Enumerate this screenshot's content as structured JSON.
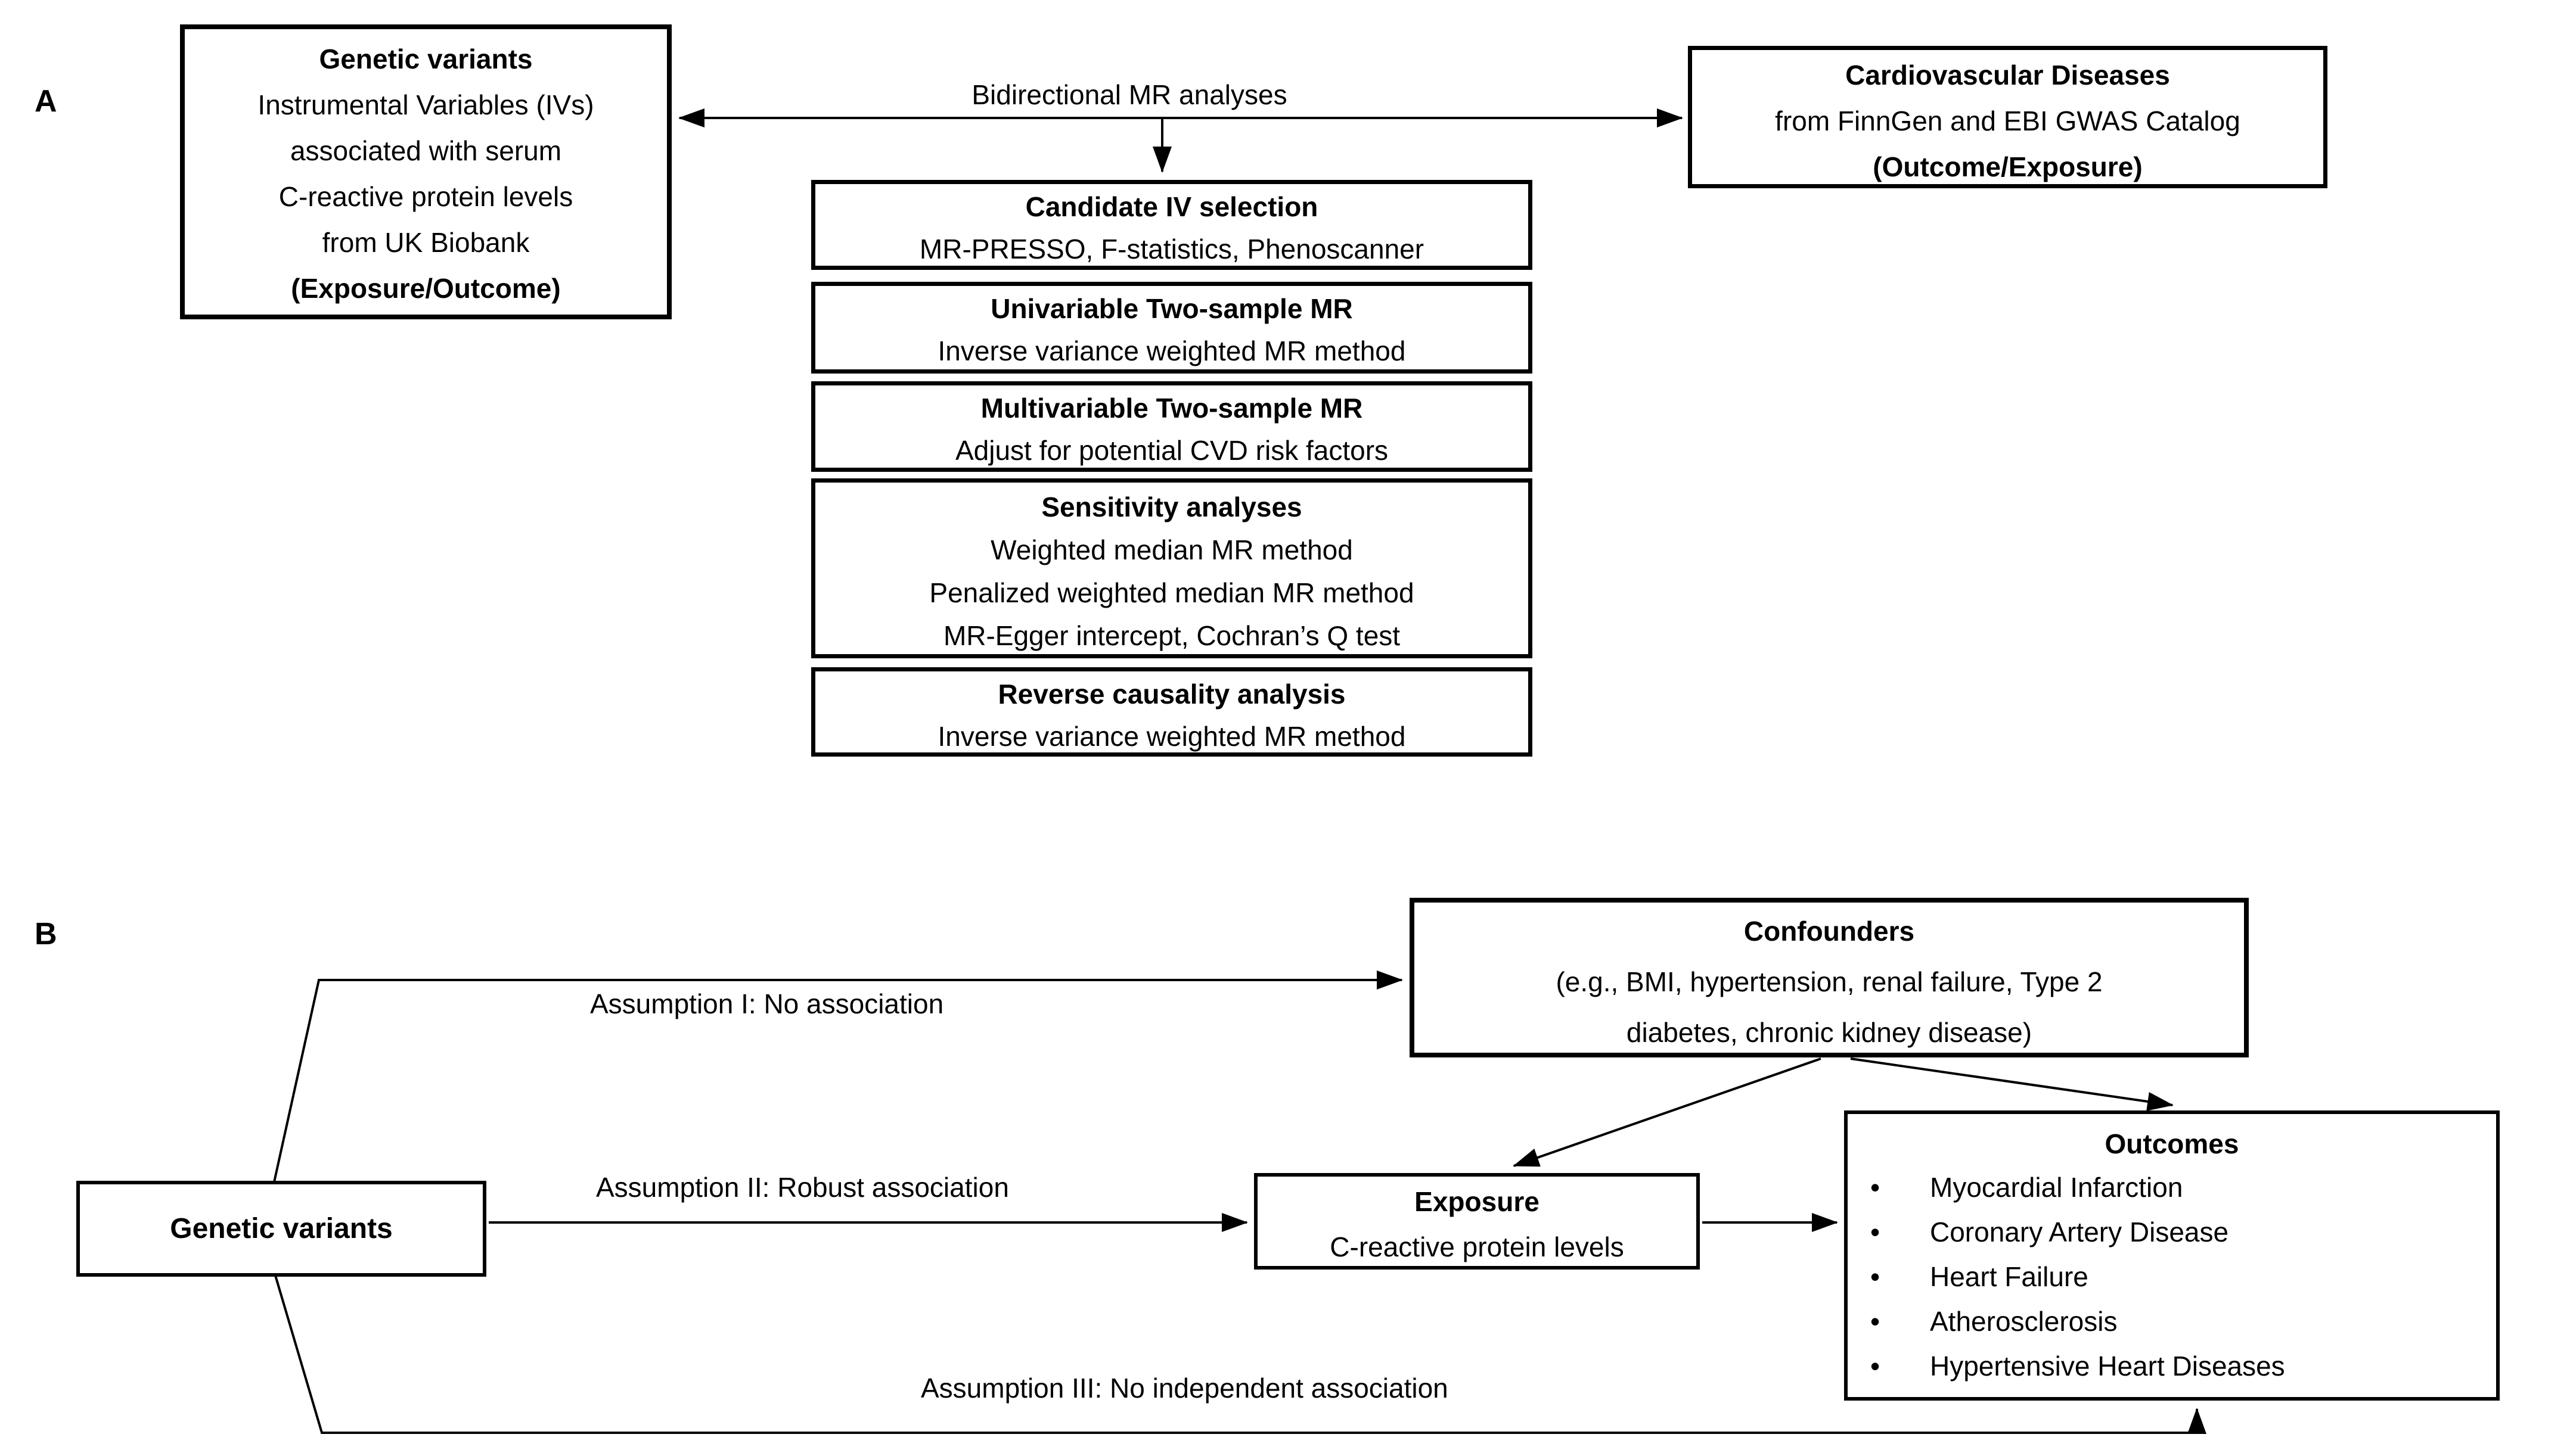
{
  "figure": {
    "background": "#ffffff",
    "ink": "#000000"
  },
  "panel_a": {
    "label": "A",
    "genetic_variants_box": {
      "title": "Genetic variants",
      "lines": [
        "Instrumental Variables (IVs)",
        "associated with serum",
        "C-reactive protein levels",
        "from UK Biobank"
      ],
      "emphasis": "(Exposure/Outcome)"
    },
    "bidirectional_label": "Bidirectional MR analyses",
    "cvd_box": {
      "title": "Cardiovascular Diseases",
      "line": "from FinnGen and EBI GWAS Catalog",
      "emphasis": "(Outcome/Exposure)"
    },
    "steps": [
      {
        "title": "Candidate IV selection",
        "lines": [
          "MR-PRESSO, F-statistics, Phenoscanner"
        ]
      },
      {
        "title": "Univariable Two-sample MR",
        "lines": [
          "Inverse variance weighted MR method"
        ]
      },
      {
        "title": "Multivariable Two-sample MR",
        "lines": [
          "Adjust for potential CVD risk factors"
        ]
      },
      {
        "title": "Sensitivity analyses",
        "lines": [
          "Weighted median MR method",
          "Penalized weighted median MR method",
          "MR-Egger intercept, Cochran’s Q test"
        ]
      },
      {
        "title": "Reverse causality analysis",
        "lines": [
          "Inverse variance weighted MR method"
        ]
      }
    ]
  },
  "panel_b": {
    "label": "B",
    "genetic_variants_box": {
      "title": "Genetic variants"
    },
    "confounders_box": {
      "title": "Confounders",
      "lines": [
        "(e.g., BMI, hypertension, renal failure, Type 2",
        "diabetes, chronic kidney disease)"
      ]
    },
    "exposure_box": {
      "title": "Exposure",
      "line": "C-reactive protein levels"
    },
    "outcomes_box": {
      "title": "Outcomes",
      "bullet": "•",
      "items": [
        "Myocardial Infarction",
        "Coronary Artery Disease",
        "Heart Failure",
        "Atherosclerosis",
        "Hypertensive Heart Diseases"
      ]
    },
    "assumptions": {
      "one": "Assumption I: No association",
      "two": "Assumption II: Robust association",
      "three": "Assumption III: No independent association"
    }
  }
}
